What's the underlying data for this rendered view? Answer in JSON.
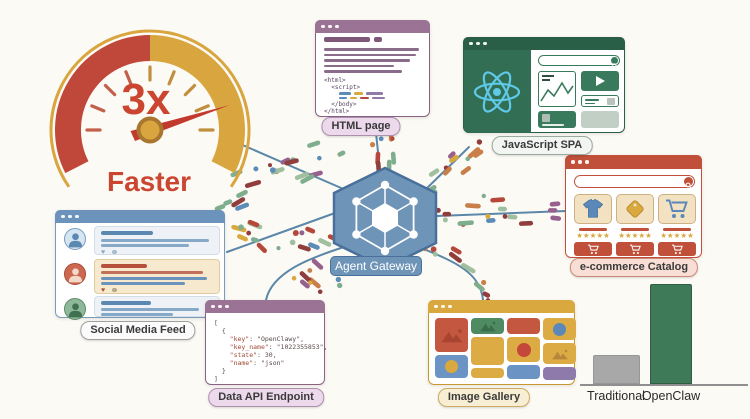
{
  "colors": {
    "background": "#fcfaf5",
    "connection_line": "#5b87a8",
    "gateway_blue": "#6e94b8",
    "gauge_red": "#c0483a",
    "gauge_gold": "#d9a53f",
    "accent_text_red": "#cb4631",
    "particle_palette": [
      "#b5483a",
      "#5b8db8",
      "#d9a93f",
      "#9fbf9f",
      "#96618f",
      "#8f3d3d",
      "#c87f4a",
      "#7fae8e"
    ]
  },
  "gauge": {
    "value": "3x",
    "caption": "Faster"
  },
  "gateway": {
    "label": "Agent Gateway"
  },
  "nodes": {
    "html_page": {
      "label": "HTML page",
      "code_top": "<html>\n  <script>",
      "code_bottom": "  </body>\n</html>"
    },
    "javascript_spa": {
      "label": "JavaScript SPA"
    },
    "social_media": {
      "label": "Social Media Feed"
    },
    "ecommerce": {
      "label": "e-commerce Catalog",
      "rating": "★★★★★"
    },
    "data_api": {
      "label": "Data API Endpoint",
      "code_lines": [
        "[",
        "  {",
        "    \"key\": \"OpenClawy\",",
        "    \"key_name\": \"1022355853\",",
        "    \"state\": 30,",
        "    \"name\": \"json\"",
        "  }",
        "]"
      ]
    },
    "image_gallery": {
      "label": "Image Gallery"
    }
  },
  "chart_data": {
    "type": "bar",
    "categories": [
      "Traditional",
      "OpenClaw"
    ],
    "values": [
      1,
      3.5
    ],
    "colors": [
      "#a8a8a8",
      "#3e7a58"
    ],
    "title": "",
    "xlabel": "",
    "ylabel": "",
    "grid": false,
    "legend": false
  }
}
